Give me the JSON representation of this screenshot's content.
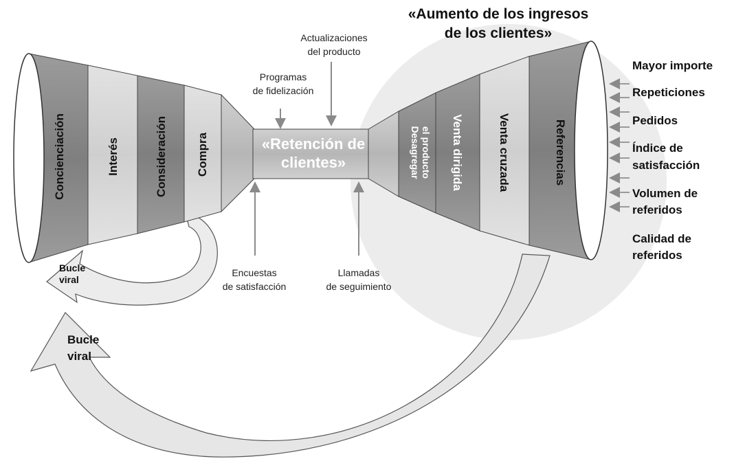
{
  "title": {
    "line1": "«Aumento de los ingresos",
    "line2": "de los clientes»"
  },
  "retention": {
    "line1": "«Retención de",
    "line2": "clientes»"
  },
  "left_funnel": [
    "Concienciación",
    "Interés",
    "Consideración",
    "Compra"
  ],
  "right_funnel": {
    "desagregar_line1": "Desagregar",
    "desagregar_line2": "el producto",
    "venta_dirigida": "Venta dirigida",
    "venta_cruzada": "Venta cruzada",
    "referencias": "Referencias"
  },
  "annotations": {
    "actualizaciones_line1": "Actualizaciones",
    "actualizaciones_line2": "del producto",
    "programas_line1": "Programas",
    "programas_line2": "de fidelización",
    "encuestas_line1": "Encuestas",
    "encuestas_line2": "de satisfacción",
    "llamadas_line1": "Llamadas",
    "llamadas_line2": "de seguimiento"
  },
  "metrics": {
    "mayor_importe": "Mayor importe",
    "repeticiones": "Repeticiones",
    "pedidos": "Pedidos",
    "indice_line1": "Índice de",
    "indice_line2": "satisfacción",
    "volumen_line1": "Volumen de",
    "volumen_line2": "referidos",
    "calidad_line1": "Calidad de",
    "calidad_line2": "referidos"
  },
  "viral_loops": {
    "small_line1": "Bucle",
    "small_line2": "viral",
    "large_line1": "Bucle",
    "large_line2": "viral"
  },
  "colors": {
    "dark_band": "#8a8a8a",
    "mid_band": "#b5b5b5",
    "light_band": "#d6d6d6",
    "neck": "#c4c4c4",
    "circle": "#ebebeb",
    "arrow": "#9a9a9a"
  }
}
